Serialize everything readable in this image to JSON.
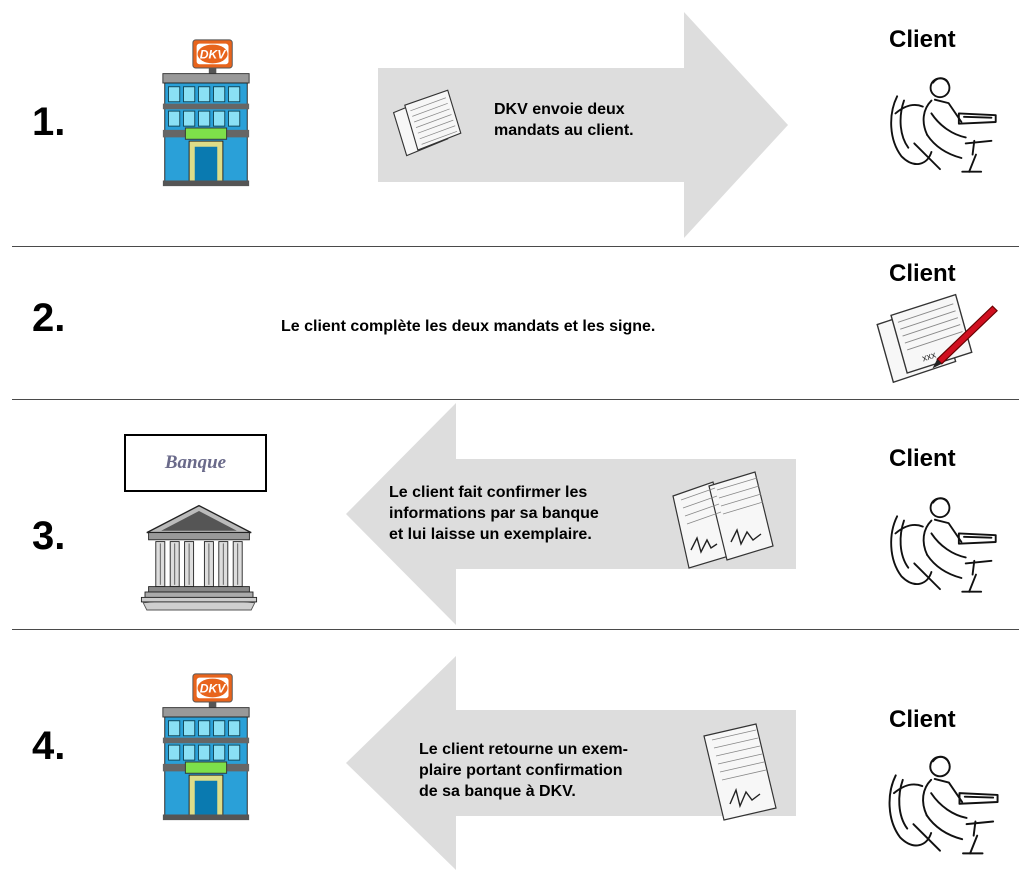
{
  "steps": [
    {
      "number": "1.",
      "client_label": "Client",
      "text_lines": [
        "DKV envoie deux",
        "mandats au client."
      ],
      "direction": "right"
    },
    {
      "number": "2.",
      "client_label": "Client",
      "text": "Le client complète les deux mandats et les signe."
    },
    {
      "number": "3.",
      "client_label": "Client",
      "text_lines": [
        "Le client fait confirmer les",
        "informations par sa banque",
        "et lui laisse un exemplaire."
      ],
      "direction": "left"
    },
    {
      "number": "4.",
      "client_label": "Client",
      "text_lines": [
        "Le client retourne un exem-",
        "plaire portant confirmation",
        "de sa banque à DKV."
      ],
      "direction": "left"
    }
  ],
  "logos": {
    "dkv": "DKV",
    "bank_sign": "Banque",
    "signature_stamp": "xxx"
  },
  "icons": [
    "dkv-building-icon",
    "document-icon",
    "businessman-at-desk-icon",
    "signing-document-icon",
    "bank-building-icon",
    "signed-document-icon"
  ],
  "colors": {
    "arrow": "#dddddd",
    "dkv_orange": "#e8641c",
    "building": "#2aa0d8",
    "divider": "#4a4a4a"
  }
}
